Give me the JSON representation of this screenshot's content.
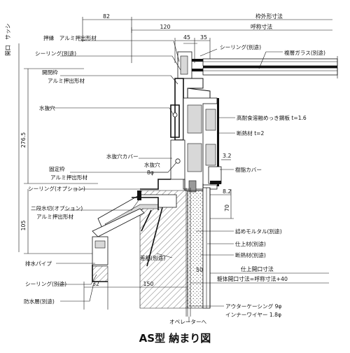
{
  "caption": "AS型 納まり図",
  "dimensions": {
    "d82": "82",
    "d120": "120",
    "d45": "45",
    "d35": "35",
    "d276_5": "276.5",
    "d105": "105",
    "d3_2": "3.2",
    "d8_2": "8.2",
    "d70": "70",
    "d50": "50",
    "d32": "32",
    "d150": "150",
    "kaikou_label": "開口",
    "kaikou_sub": "サッシ",
    "waku_gai": "枠外形寸法",
    "kosho": "呼称寸法",
    "shiage_kaikou": "仕上開口寸法",
    "kutai_kaikou": "躯体開口寸法=呼称寸法+40"
  },
  "labels": {
    "oshibuchi": "押縁　アルミ押出形材",
    "sealing_top": "シーリング(別途)",
    "sealing_right": "シーリング(別途)",
    "fukuso_glass": "複層ガラス(別途)",
    "kaihei_waku": "開閉枠",
    "kaihei_waku_sub": "アルミ押出形材",
    "mizunuki_ana": "水抜穴",
    "kotaishoku": "高耐食溶融めっき鋼板 t=1.6",
    "dannetsu_t2": "断熱材 t=2",
    "mizunuki_cover": "水抜穴カバー",
    "mizunuki_8": "水抜穴",
    "mizunuki_8_sub": "8φ",
    "jushi_cover": "樹脂カバー",
    "kotei_waku": "固定枠",
    "kotei_waku_sub": "アルミ押出形材",
    "sealing_option": "シーリング(オプション)",
    "nidan_mizukiri": "二段水切(オプション)",
    "nidan_mizukiri_sub": "アルミ押出形材",
    "tsume_mortar": "詰めモルタル(別途)",
    "shiage_zai": "仕上材(別途)",
    "dannetsu_betto": "断熱材(別途)",
    "haisui_pipe": "排水パイプ",
    "sakin": "差筋(別途)",
    "sealing_bottom": "シーリング(別途)",
    "bousui_sou": "防水層(別途)",
    "outer_casing": "アウターケーシング 9φ",
    "inner_wire": "インナーワイヤー 1.8φ",
    "operator": "オペレーターへ"
  }
}
